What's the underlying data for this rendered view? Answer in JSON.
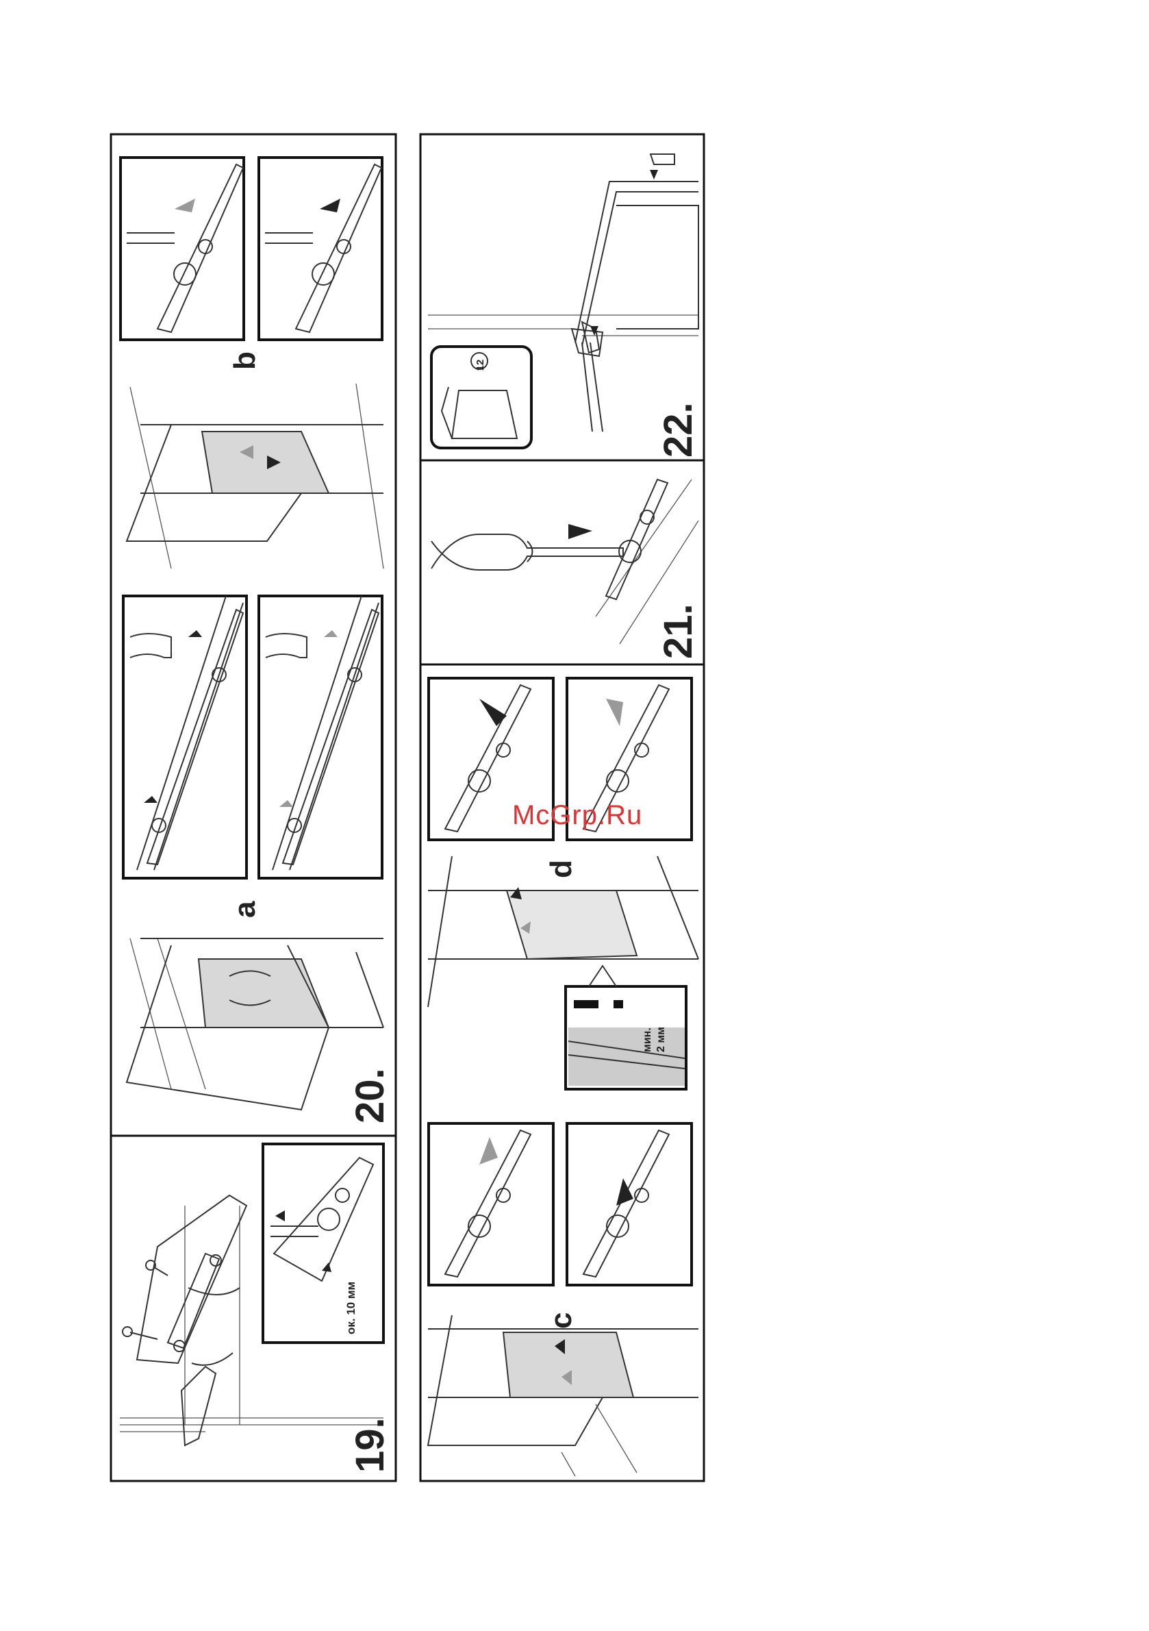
{
  "steps": {
    "s19": "19.",
    "s20": "20.",
    "s21": "21.",
    "s22": "22."
  },
  "sublabels": {
    "a": "a",
    "b": "b",
    "c": "c",
    "d": "d"
  },
  "annotations": {
    "gap_10mm": "ок. 10 мм",
    "min_label": "мин.",
    "min_value": "2 мм",
    "warning": "!",
    "part_number": "12"
  },
  "watermark": "McGrp.Ru",
  "colors": {
    "arrow_dark": "#222222",
    "arrow_grey": "#999999",
    "panel_fill": "#e6e6e6",
    "watermark": "#dd3333"
  }
}
